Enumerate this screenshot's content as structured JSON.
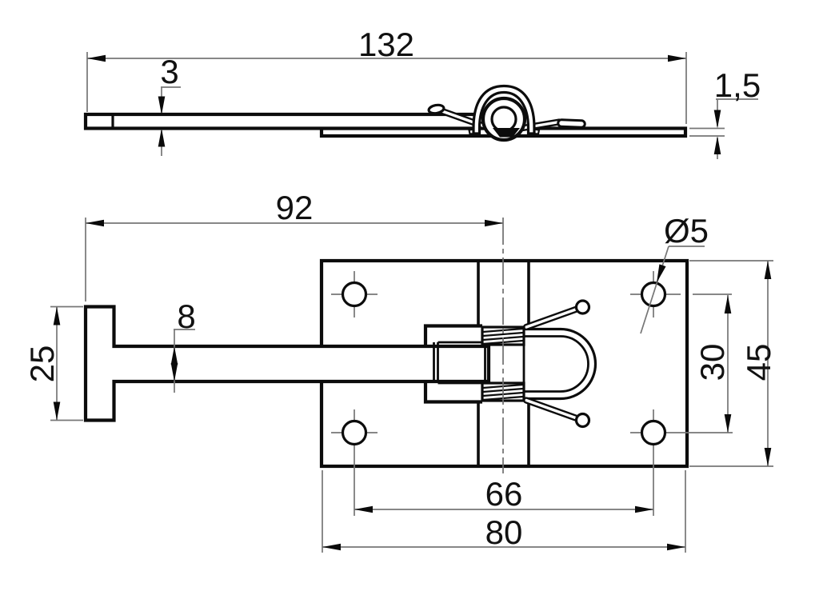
{
  "drawing": {
    "kind": "technical dimension drawing",
    "views": [
      "side-elevation",
      "plan"
    ],
    "colors": {
      "outline": "#0c0c0c",
      "dimension_lines": "#767676",
      "text": "#111111",
      "background": "#ffffff"
    }
  },
  "dims": {
    "overall_length": "132",
    "arm_thickness": "3",
    "plate_thickness": "1,5",
    "arm_reach": "92",
    "hole_diameter": "Ø5",
    "head_width": "25",
    "arm_width": "8",
    "hole_pitch_vertical": "30",
    "plate_height": "45",
    "hole_pitch_horizontal": "66",
    "plate_width": "80"
  }
}
